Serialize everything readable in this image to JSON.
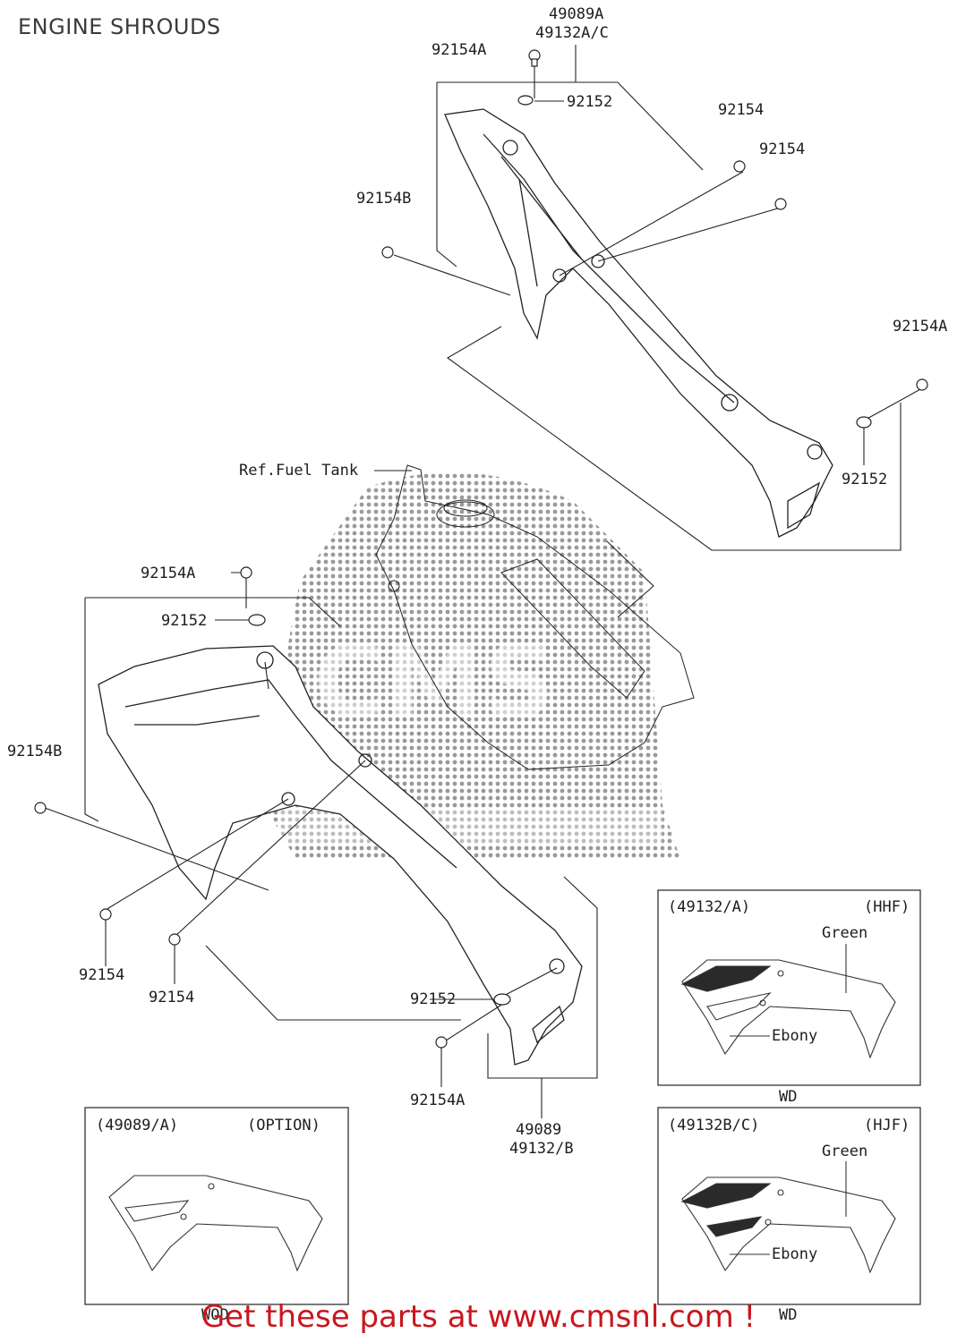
{
  "title": "ENGINE SHROUDS",
  "watermark_logo": "CMS",
  "labels": {
    "p49089A": "49089A",
    "p49132AC": "49132A/C",
    "top_92154A": "92154A",
    "top_92152": "92152",
    "top_92154_1": "92154",
    "top_92154_2": "92154",
    "top_92154B": "92154B",
    "right_92154A": "92154A",
    "right_92152": "92152",
    "ref_fuel_tank": "Ref.Fuel Tank",
    "left_92154A": "92154A",
    "left_92152": "92152",
    "left_92154B": "92154B",
    "bottom_92154_1": "92154",
    "bottom_92154_2": "92154",
    "bottom_92152": "92152",
    "bottom_92154A": "92154A",
    "p49089": "49089",
    "p49132B": "49132/B"
  },
  "insets": [
    {
      "part": "(49132/A)",
      "code": "(HHF)",
      "color1": "Green",
      "color2": "Ebony",
      "footer": "WD"
    },
    {
      "part": "(49132B/C)",
      "code": "(HJF)",
      "color1": "Green",
      "color2": "Ebony",
      "footer": "WD"
    },
    {
      "part": "(49089/A)",
      "code": "(OPTION)",
      "footer": "WOD"
    }
  ],
  "footer": "Get these parts at www.cmsnl.com !",
  "colors": {
    "footer_text": "#c8161e",
    "line": "#222222",
    "watermark": "#999999"
  }
}
